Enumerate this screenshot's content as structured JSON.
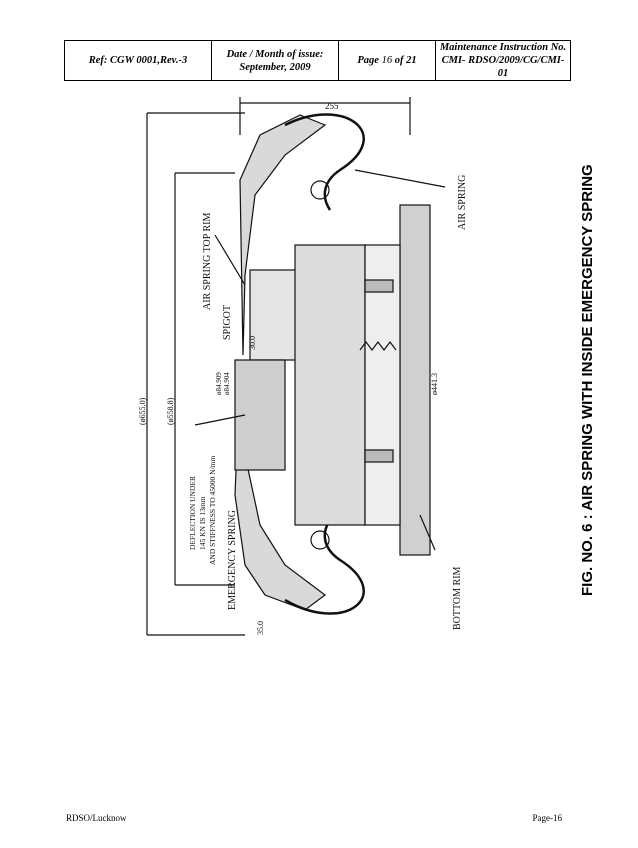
{
  "header": {
    "ref": "Ref: CGW 0001,Rev.-3",
    "date_label": "Date / Month of issue:",
    "date_value": "September, 2009",
    "page_prefix": "Page",
    "page_current": "16",
    "page_of": "of 21",
    "mi_label": "Maintenance Instruction No.",
    "mi_value": "CMI- RDSO/2009/CG/CMI-01"
  },
  "figure": {
    "title": "FIG. NO. 6 : AIR SPRING WITH INSIDE EMERGENCY SPRING",
    "labels": {
      "air_spring": "AIR SPRING",
      "top_rim": "AIR SPRING TOP RIM",
      "spigot": "SPIGOT",
      "emergency_spring": "EMERGENCY SPRING",
      "bottom_rim": "BOTTOM RIM",
      "deflection_1": "DEFLECTION UNDER",
      "deflection_2": "145 KN IS 13mm",
      "deflection_3": "AND STIFFNESS TO 45000 N/mm",
      "dim_255": "255",
      "dim_655": "(ø655.0)",
      "dim_558": "(ø558.8)",
      "dim_300": "30.0",
      "dim_350": "35.0",
      "dim_84909": "ø84.909",
      "dim_84904": "ø84.904",
      "dim_4413": "ø441.3"
    }
  },
  "footer": {
    "left": "RDSO/Lucknow",
    "right": "Page-16"
  }
}
